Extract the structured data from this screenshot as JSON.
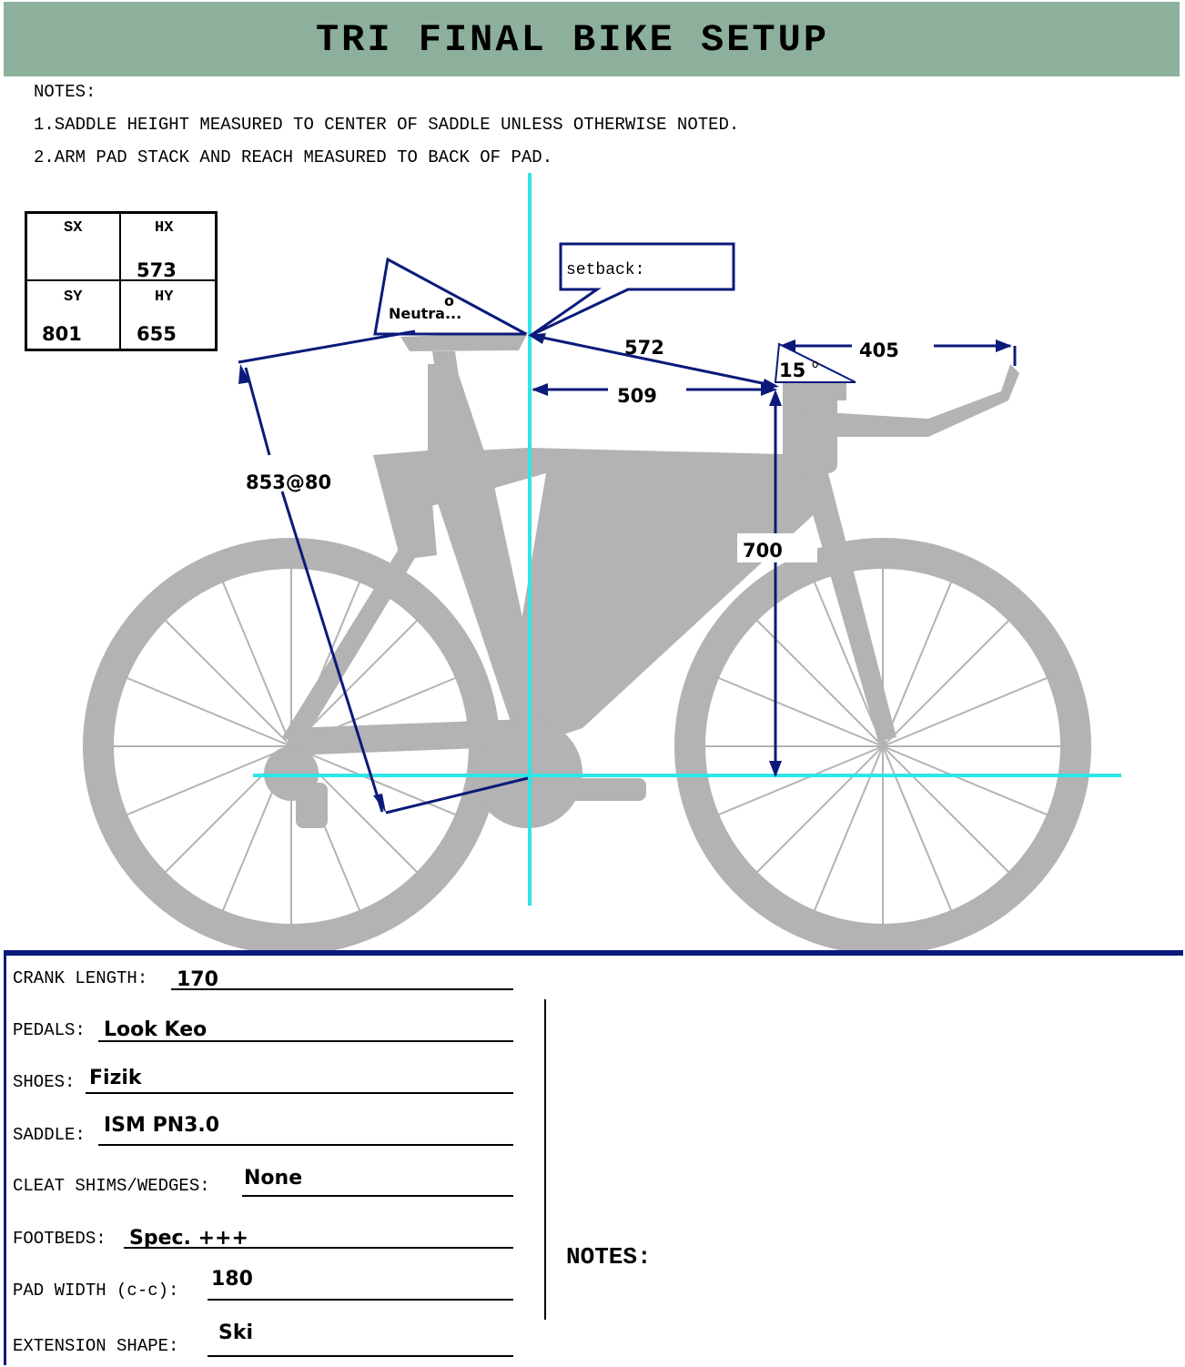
{
  "header": {
    "title": "TRI FINAL BIKE SETUP"
  },
  "notes": {
    "heading": "NOTES:",
    "line1": "1.SADDLE HEIGHT MEASURED TO CENTER OF SADDLE UNLESS OTHERWISE NOTED.",
    "line2": "2.ARM PAD STACK AND REACH MEASURED TO BACK OF PAD."
  },
  "grid": {
    "sx_label": "SX",
    "sx_value": "",
    "hx_label": "HX",
    "hx_value": "573",
    "sy_label": "SY",
    "sy_value": "801",
    "hy_label": "HY",
    "hy_value": "655"
  },
  "diagram": {
    "saddle_tilt": "Neutra...",
    "degree_symbol": "o",
    "setback_label": "setback:",
    "reach_572": "572",
    "dim_509": "509",
    "dim_405": "405",
    "pad_angle": "15",
    "pad_angle_degree": "o",
    "stack_700": "700",
    "saddle_height": "853@80",
    "colors": {
      "guide": "#2ee6e6",
      "dimension": "#0b1a7a",
      "bike": "#b3b3b3",
      "header": "#8db09d"
    }
  },
  "form": {
    "crank_length": {
      "label": "CRANK LENGTH:",
      "value": "170"
    },
    "pedals": {
      "label": "PEDALS:",
      "value": "Look Keo"
    },
    "shoes": {
      "label": "SHOES:",
      "value": "Fizik"
    },
    "saddle": {
      "label": "SADDLE:",
      "value": "ISM PN3.0"
    },
    "cleat": {
      "label": "CLEAT SHIMS/WEDGES:",
      "value": "None"
    },
    "footbeds": {
      "label": "FOOTBEDS:",
      "value": "Spec. +++"
    },
    "pad_width": {
      "label": "PAD WIDTH (c-c):",
      "value": "180"
    },
    "extension": {
      "label": "EXTENSION SHAPE:",
      "value": "Ski"
    },
    "notes_label": "NOTES:"
  }
}
